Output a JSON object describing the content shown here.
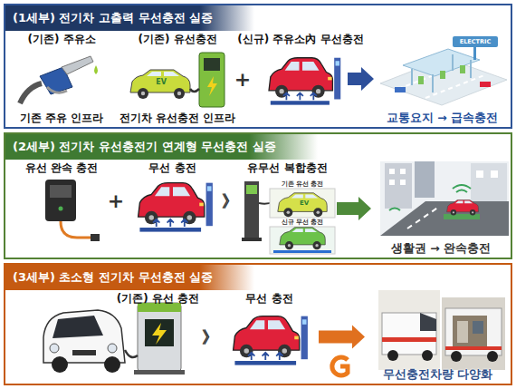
{
  "diagram": {
    "nodes": [
      {
        "text": [
          "(1세부) 전기차 고출력 무선충전 실증"
        ]
      },
      {
        "text": [
          "(기존) 주유소",
          "기존 주유 인프라"
        ],
        "in": 0
      },
      {
        "text": [
          "(기존) 유선충전",
          "전기차 유선충전 인프라"
        ],
        "in": 0
      },
      {
        "text": [
          "(신규) 주유소內 무선충전"
        ],
        "in": 0
      },
      {
        "text": [
          "교통요지 → 급속충전"
        ],
        "in": 0
      },
      {
        "text": [
          "(2세부) 전기차 유선충전기 연계형 무선충전 실증"
        ]
      },
      {
        "text": [
          "유선 완속 충전"
        ],
        "in": 5
      },
      {
        "text": [
          "무선 충전"
        ],
        "in": 5
      },
      {
        "text": [
          "유무선 복합충전"
        ],
        "in": 5
      },
      {
        "text": [
          "생활권 → 완속충전"
        ],
        "in": 5
      },
      {
        "text": [
          "(3세부) 초소형 전기차 무선충전 실증"
        ]
      },
      {
        "text": [
          "(기존) 유선 충전"
        ],
        "in": 10
      },
      {
        "text": [
          "무선 충전"
        ],
        "in": 10
      },
      {
        "text": [
          "무선충전차량 다양화"
        ],
        "in": 10
      }
    ],
    "edges": [
      {
        "from": 3,
        "to": 4,
        "arrow": "to"
      },
      {
        "from": 8,
        "to": 9,
        "arrow": "to"
      },
      {
        "from": 12,
        "to": 13,
        "arrow": "to"
      }
    ],
    "labels": [
      "+",
      "EV",
      "ELECTRIC",
      "+",
      "》",
      "기존 유선 충전",
      "EV",
      "신규 무선 충전",
      "》"
    ]
  }
}
